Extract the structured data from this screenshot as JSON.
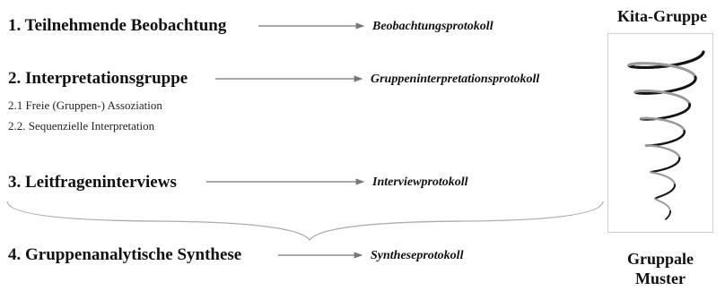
{
  "steps": [
    {
      "title": "1. Teilnehmende Beobachtung",
      "protocol": "Beobachtungsprotokoll"
    },
    {
      "title": "2. Interpretationsgruppe",
      "protocol": "Gruppeninterpretationsprotokoll",
      "substeps": [
        "2.1 Freie (Gruppen-) Assoziation",
        "2.2. Sequenzielle Interpretation"
      ]
    },
    {
      "title": "3. Leitfrageninterviews",
      "protocol": "Interviewprotokoll"
    },
    {
      "title": "4. Gruppenanalytische Synthese",
      "protocol": "Syntheseprotokoll"
    }
  ],
  "side": {
    "top_label": "Kita-Gruppe",
    "bottom_label_line1": "Gruppale",
    "bottom_label_line2": "Muster"
  },
  "colors": {
    "text": "#111111",
    "arrow": "#777777",
    "brace": "#aaaaaa",
    "spiral_dark": "#151515",
    "spiral_light": "#9a9a9a",
    "box_border": "#cfcfcf"
  }
}
